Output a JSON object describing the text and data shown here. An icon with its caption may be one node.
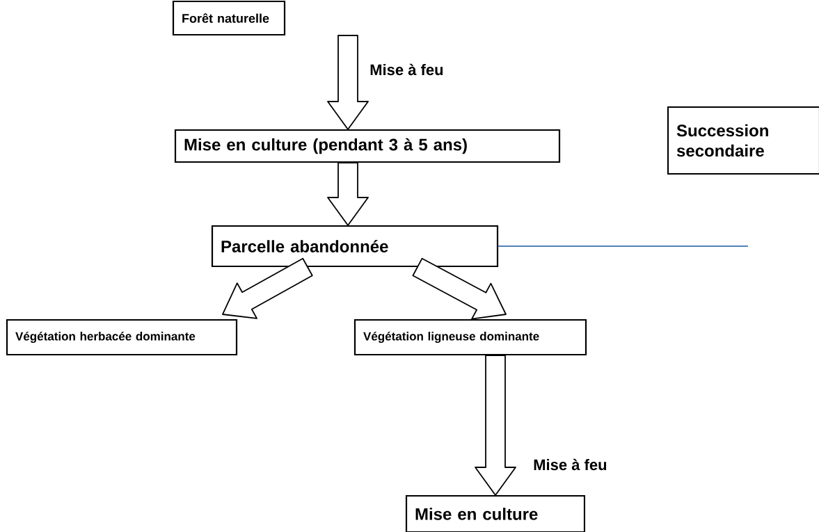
{
  "diagram": {
    "nodes": [
      {
        "text": [
          "Forêt naturelle"
        ]
      },
      {
        "text": [
          "Mise en culture (pendant 3 à 5 ans)"
        ]
      },
      {
        "text": [
          "Succession secondaire"
        ]
      },
      {
        "text": [
          "Parcelle abandonnée"
        ]
      },
      {
        "text": [
          "Végétation herbacée dominante"
        ]
      },
      {
        "text": [
          "Végétation ligneuse dominante"
        ]
      },
      {
        "text": [
          "Mise en culture"
        ]
      }
    ],
    "edges": [
      {
        "from": 0,
        "to": 1,
        "arrow": "to",
        "label": "Mise à feu"
      },
      {
        "from": 1,
        "to": 3,
        "arrow": "to"
      },
      {
        "from": 3,
        "to": 4,
        "arrow": "to"
      },
      {
        "from": 3,
        "to": 5,
        "arrow": "to"
      },
      {
        "from": 5,
        "to": 6,
        "arrow": "to",
        "label": "Mise à feu"
      },
      {
        "from": 3,
        "to": null,
        "arrow": "none",
        "color": "#4f81bd"
      }
    ]
  }
}
